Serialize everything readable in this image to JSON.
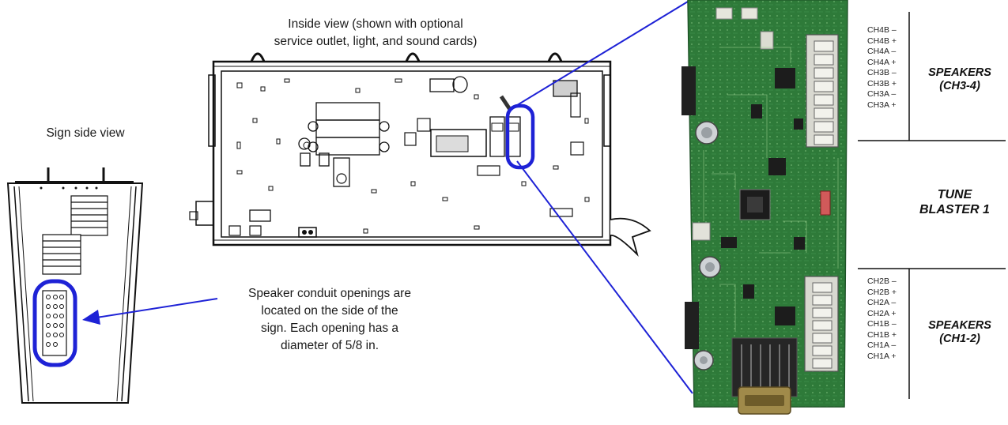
{
  "captions": {
    "sign_side_view": "Sign side view",
    "inside_view": [
      "Inside view (shown with optional",
      "service outlet, light, and sound cards)"
    ],
    "conduit_note": [
      "Speaker conduit openings are",
      "located on the side of the",
      "sign. Each opening has a",
      "diameter of 5/8 in."
    ]
  },
  "board": {
    "name": [
      "TUNE",
      "BLASTER 1"
    ]
  },
  "connectors": {
    "top": {
      "pins": [
        "CH4B –",
        "CH4B +",
        "CH4A –",
        "CH4A +",
        "CH3B –",
        "CH3B +",
        "CH3A –",
        "CH3A +"
      ],
      "label": [
        "SPEAKERS",
        "(CH3-4)"
      ]
    },
    "bottom": {
      "pins": [
        "CH2B –",
        "CH2B +",
        "CH2A –",
        "CH2A +",
        "CH1B –",
        "CH1B +",
        "CH1A –",
        "CH1A +"
      ],
      "label": [
        "SPEAKERS",
        "(CH1-2)"
      ]
    }
  },
  "colors": {
    "highlight": "#1e22d6",
    "pcb": "#2f7a3a",
    "line": "#111111"
  },
  "icons": [
    "speaker-terminal-icon",
    "capacitor-icon",
    "db-connector-icon"
  ]
}
